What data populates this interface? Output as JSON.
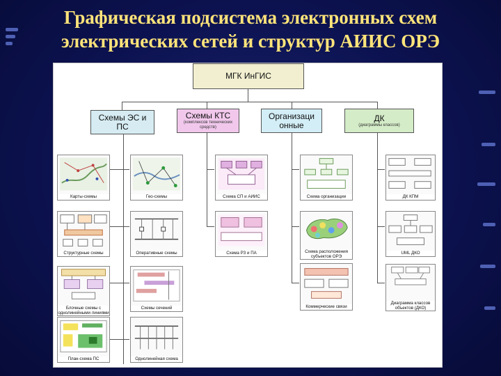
{
  "slide": {
    "title_line1": "Графическая подсистема электронных схем",
    "title_line2": "электрических сетей и структур АИИС ОРЭ"
  },
  "colors": {
    "title": "#ffe47a",
    "background": "#0c1250",
    "es": "#d6ecf2",
    "kts": "#f1c8ec",
    "org": "#d3eef6",
    "dk": "#d4ecc7",
    "root": "#f1efd0"
  },
  "diagram": {
    "root": "МГК ИнГИС",
    "categories": [
      {
        "line1": "Схемы ЭС и",
        "line2": "ПС",
        "sub": ""
      },
      {
        "line1": "Схемы КТС",
        "line2": "",
        "sub": "(комплексов технических средств)"
      },
      {
        "line1": "Организаци",
        "line2": "онные",
        "sub": ""
      },
      {
        "line1": "ДК",
        "line2": "",
        "sub": "(диаграммы классов)"
      }
    ],
    "thumbs": {
      "col1": [
        "Карты-схемы",
        "Структурные схемы",
        "Блочные схемы с однолинейными линиями",
        "План-схема ПС"
      ],
      "col2": [
        "Гео-схемы",
        "Оперативные схемы",
        "Схемы сечений",
        "Однолинейная схема"
      ],
      "col3": [
        "Схема СП и АИИС",
        "Схема РЗ и ПА"
      ],
      "col4": [
        "Схема организации",
        "Схема расположения субъектов ОРЭ",
        "Коммерческие связи"
      ],
      "col5": [
        "ДК КПМ",
        "UML ДКО",
        "Диаграмма классов объектов (ДКО)"
      ]
    }
  }
}
